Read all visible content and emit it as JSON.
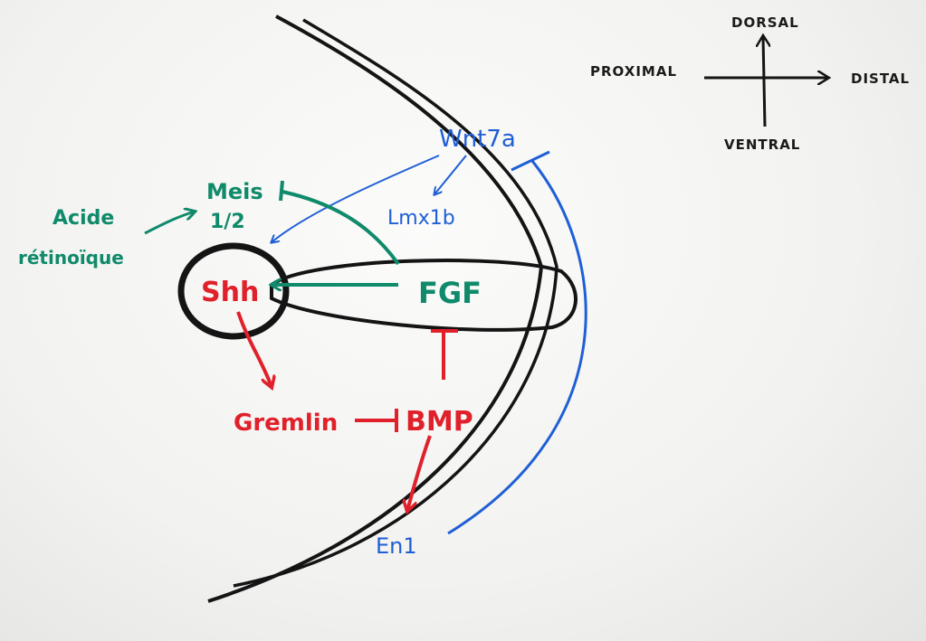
{
  "colors": {
    "black": "#141414",
    "blue": "#1f5fd6",
    "green": "#0f8a6a",
    "red": "#e0202a"
  },
  "axes": {
    "dorsal": "DORSAL",
    "ventral": "VENTRAL",
    "proximal": "PROXIMAL",
    "distal": "DISTAL"
  },
  "nodes": {
    "wnt7a": "Wnt7a",
    "lmx1b": "Lmx1b",
    "meis": "Meis",
    "meis_sub": "1/2",
    "acide": "Acide",
    "retinoique": "rétinoïque",
    "shh": "Shh",
    "fgf": "FGF",
    "gremlin": "Gremlin",
    "bmp": "BMP",
    "en1": "En1"
  }
}
